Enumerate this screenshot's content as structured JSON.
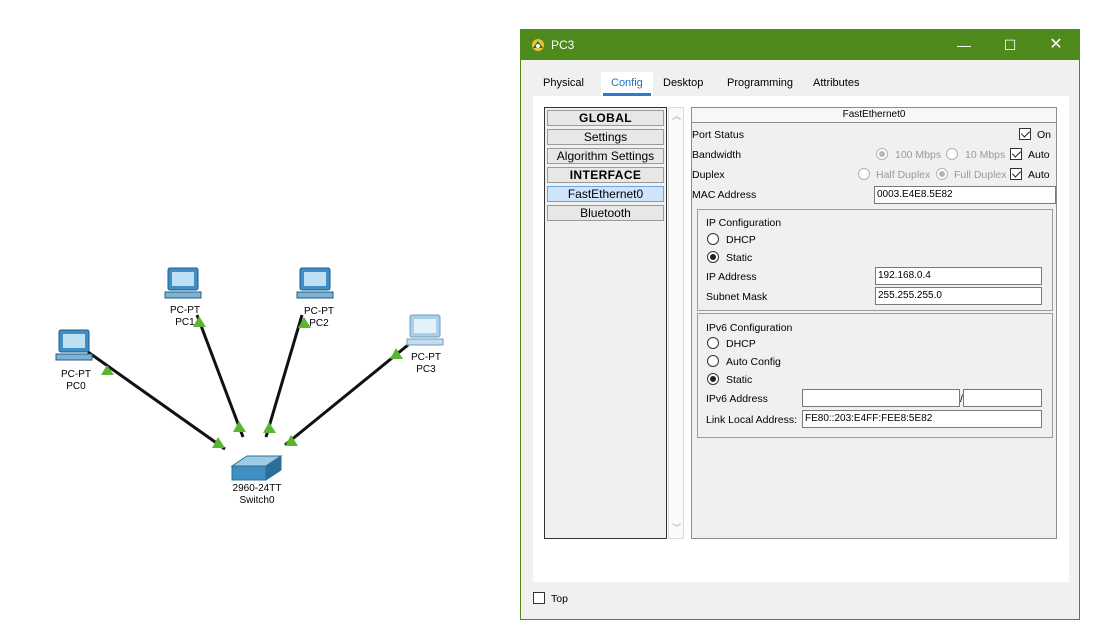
{
  "topology": {
    "devices": [
      {
        "id": "pc0",
        "type_label": "PC-PT",
        "name": "PC0"
      },
      {
        "id": "pc1",
        "type_label": "PC-PT",
        "name": "PC1"
      },
      {
        "id": "pc2",
        "type_label": "PC-PT",
        "name": "PC2"
      },
      {
        "id": "pc3",
        "type_label": "PC-PT",
        "name": "PC3"
      },
      {
        "id": "switch0",
        "type_label": "2960-24TT",
        "name": "Switch0"
      }
    ],
    "colors": {
      "link": "#111111",
      "link_status_up": "#5ab534",
      "device_blue": "#3f8fc4"
    }
  },
  "window": {
    "title": "PC3",
    "controls": {
      "minimize": "—",
      "maximize": "☐",
      "close": "✕"
    },
    "tabs": [
      {
        "label": "Physical",
        "active": false
      },
      {
        "label": "Config",
        "active": true
      },
      {
        "label": "Desktop",
        "active": false
      },
      {
        "label": "Programming",
        "active": false
      },
      {
        "label": "Attributes",
        "active": false
      }
    ],
    "left_list": [
      {
        "label": "GLOBAL",
        "kind": "header"
      },
      {
        "label": "Settings",
        "kind": "item"
      },
      {
        "label": "Algorithm Settings",
        "kind": "item"
      },
      {
        "label": "INTERFACE",
        "kind": "header"
      },
      {
        "label": "FastEthernet0",
        "kind": "item",
        "selected": true
      },
      {
        "label": "Bluetooth",
        "kind": "item"
      }
    ],
    "panel": {
      "header": "FastEthernet0",
      "port_status": {
        "label": "Port Status",
        "checkbox_label": "On",
        "checked": true
      },
      "bandwidth": {
        "label": "Bandwidth",
        "opt1": "100 Mbps",
        "opt2": "10 Mbps",
        "auto": "Auto"
      },
      "duplex": {
        "label": "Duplex",
        "opt1": "Half Duplex",
        "opt2": "Full Duplex",
        "auto": "Auto"
      },
      "mac": {
        "label": "MAC Address",
        "value": "0003.E4E8.5E82"
      },
      "ip_config": {
        "title": "IP Configuration",
        "dhcp": "DHCP",
        "static": "Static",
        "selected": "Static",
        "ip_label": "IP Address",
        "ip_value": "192.168.0.4",
        "mask_label": "Subnet Mask",
        "mask_value": "255.255.255.0"
      },
      "ipv6_config": {
        "title": "IPv6 Configuration",
        "dhcp": "DHCP",
        "auto": "Auto Config",
        "static": "Static",
        "selected": "Static",
        "ipv6_label": "IPv6 Address",
        "ipv6_value": "",
        "prefix_sep": "/",
        "prefix_value": "",
        "link_local_label": "Link Local Address:",
        "link_local_value": "FE80::203:E4FF:FEE8:5E82"
      }
    },
    "footer": {
      "top_label": "Top",
      "top_checked": false
    },
    "colors": {
      "titlebar": "#4e8a1c",
      "tab_active_text": "#1a73c8",
      "tab_underline": "#2a7bd1",
      "selected_item": "#cfe4fa"
    }
  }
}
